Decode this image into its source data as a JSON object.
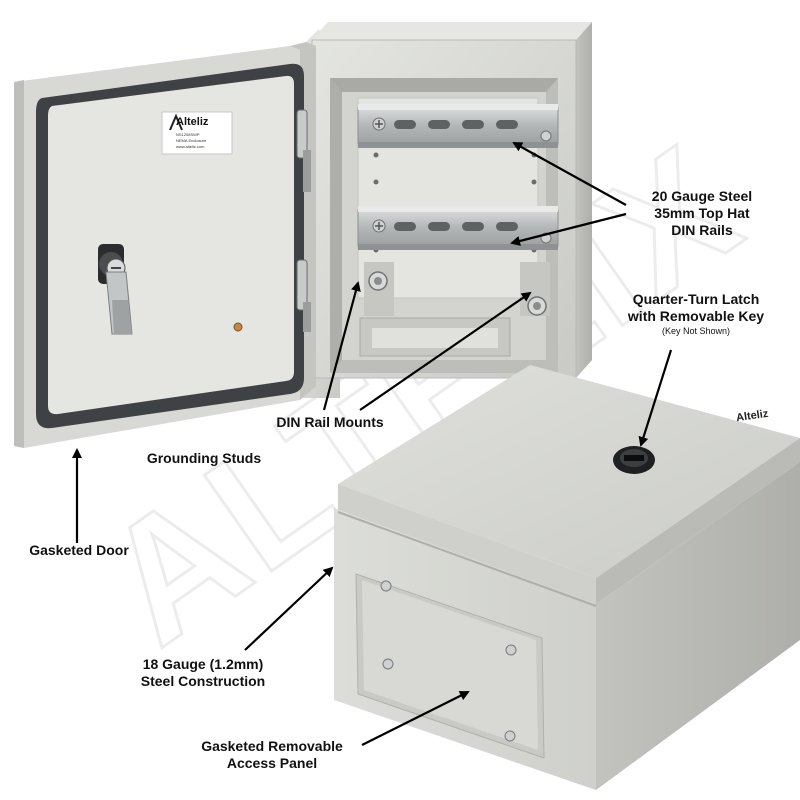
{
  "product": {
    "brand": "Alteliz",
    "label_model": "NS1208SWP",
    "label_desc": "NEMA Enclosure",
    "label_url": "www.alteliz.com",
    "lid_brand": "Alteliz",
    "watermark": "ALTELIX"
  },
  "callouts": {
    "din_rails": [
      "20 Gauge Steel",
      "35mm Top Hat",
      "DIN Rails"
    ],
    "latch": [
      "Quarter-Turn Latch",
      "with Removable Key"
    ],
    "latch_note": "(Key Not Shown)",
    "din_mounts": "DIN Rail Mounts",
    "grounding": "Grounding Studs",
    "door": "Gasketed Door",
    "steel": [
      "18 Gauge (1.2mm)",
      "Steel Construction"
    ],
    "panel": [
      "Gasketed Removable",
      "Access Panel"
    ]
  },
  "colors": {
    "enclosure_gray": "#d6d7d2",
    "gasket": "#4a4d50",
    "rail_steel": "#b9bcbc",
    "arrow": "#000000"
  }
}
